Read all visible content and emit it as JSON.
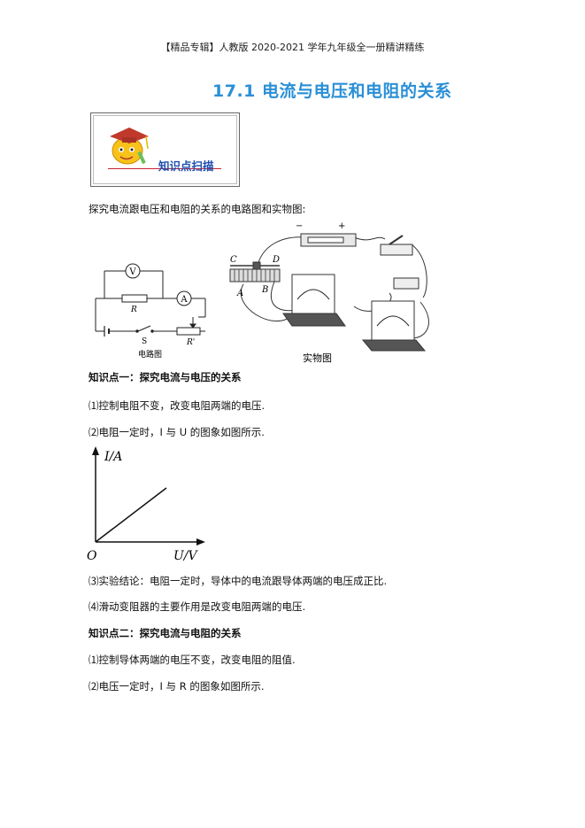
{
  "header": "【精品专辑】人教版 2020-2021 学年九年级全一册精讲精练",
  "title": "17.1 电流与电压和电阻的关系",
  "badge": {
    "label": "知识点扫描",
    "icon": "mascot-graduate-icon"
  },
  "intro": "探究电流跟电压和电阻的关系的电路图和实物图:",
  "circuit": {
    "caption": "电路图",
    "voltmeter": "V",
    "ammeter": "A",
    "resistor": "R",
    "switch": "S",
    "rheostat": "R'"
  },
  "physical": {
    "caption": "实物图",
    "labels": {
      "c": "C",
      "d": "D",
      "a": "A",
      "b": "B",
      "minus": "−",
      "plus": "+"
    }
  },
  "section1": {
    "heading": "知识点一：探究电流与电压的关系",
    "item1": "⑴控制电阻不变，改变电阻两端的电压.",
    "item2": "⑵电阻一定时，I 与 U 的图象如图所示.",
    "item3": "⑶实验结论：电阻一定时，导体中的电流跟导体两端的电压成正比.",
    "item4": "⑷滑动变阻器的主要作用是改变电阻两端的电压."
  },
  "graph": {
    "ylabel": "I/A",
    "xlabel": "U/V",
    "origin": "O"
  },
  "section2": {
    "heading": "知识点二：探究电流与电阻的关系",
    "item1": "⑴控制导体两端的电压不变，改变电阻的阻值.",
    "item2": "⑵电压一定时，I 与 R 的图象如图所示."
  }
}
